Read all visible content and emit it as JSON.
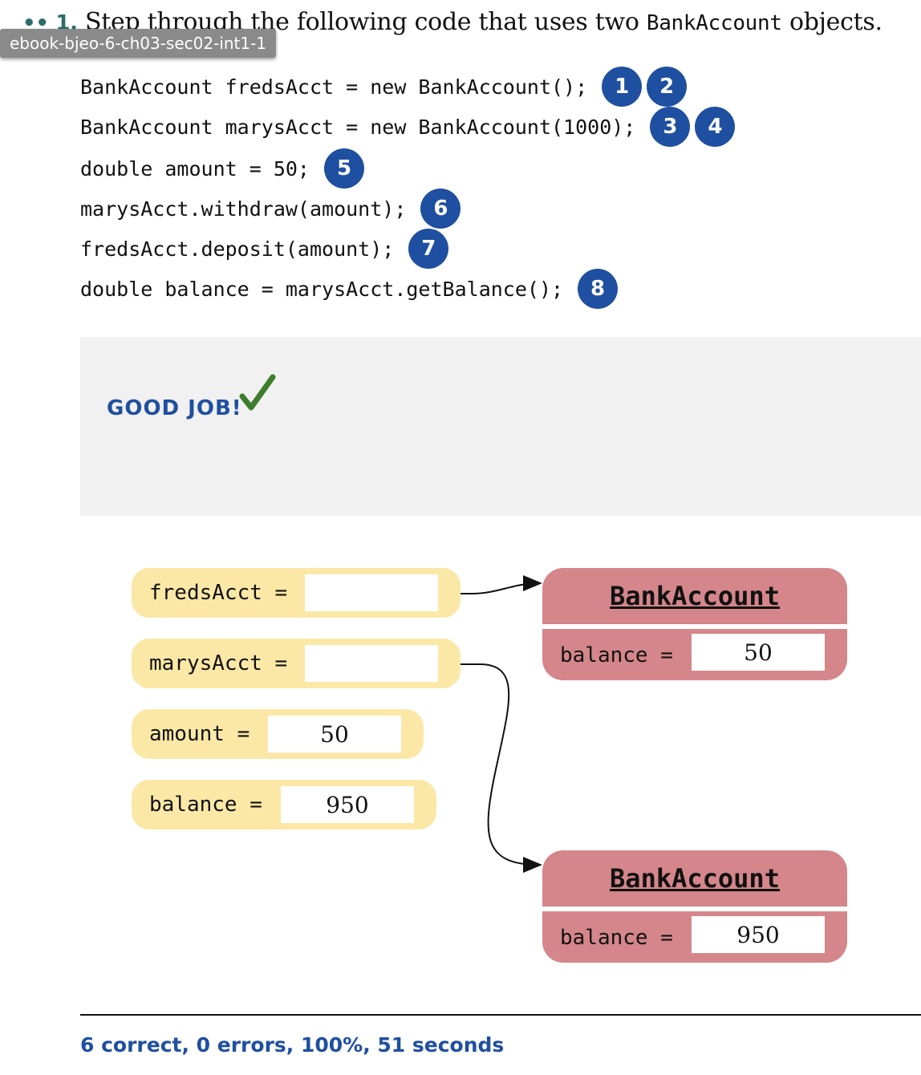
{
  "question": {
    "bullets": "•• 1.",
    "text_before": " Step through the following code that uses two ",
    "code_word": "BankAccount",
    "text_after": " objects."
  },
  "tag": "ebook-bjeo-6-ch03-sec02-int1-1",
  "code_lines": [
    {
      "code": "BankAccount fredsAcct = new BankAccount();",
      "steps": [
        "1",
        "2"
      ]
    },
    {
      "code": "BankAccount marysAcct = new BankAccount(1000);",
      "steps": [
        "3",
        "4"
      ]
    },
    {
      "code": "double amount = 50;",
      "steps": [
        "5"
      ]
    },
    {
      "code": "marysAcct.withdraw(amount);",
      "steps": [
        "6"
      ]
    },
    {
      "code": "fredsAcct.deposit(amount);",
      "steps": [
        "7"
      ]
    },
    {
      "code": "double balance = marysAcct.getBalance();",
      "steps": [
        "8"
      ]
    }
  ],
  "feedback": {
    "message": "GOOD JOB!",
    "icon": "checkmark-icon",
    "color": "#3f7d2e"
  },
  "variables": [
    {
      "label": "fredsAcct =",
      "value": ""
    },
    {
      "label": "marysAcct =",
      "value": ""
    },
    {
      "label": "amount =",
      "value": "50"
    },
    {
      "label": "balance =",
      "value": "950"
    }
  ],
  "objects": [
    {
      "class_name": "BankAccount",
      "field_label": "balance =",
      "field_value": "50"
    },
    {
      "class_name": "BankAccount",
      "field_label": "balance =",
      "field_value": "950"
    }
  ],
  "score": "6 correct, 0 errors, 100%, 51 seconds",
  "colors": {
    "step_badge": "#1f4fa0",
    "variable_bg": "#fbe8a6",
    "object_bg": "#d4868a",
    "score_text": "#1f4fa0"
  }
}
